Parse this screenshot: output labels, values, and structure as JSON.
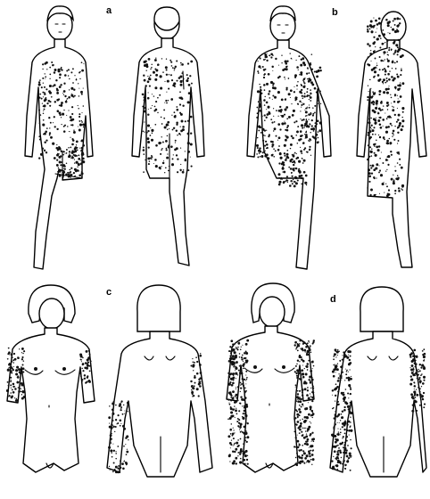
{
  "panels": [
    {
      "label": "a"
    },
    {
      "label": "b"
    },
    {
      "label": "c"
    },
    {
      "label": "d"
    }
  ],
  "colors": {
    "ink": "#000000",
    "paper": "#ffffff"
  }
}
